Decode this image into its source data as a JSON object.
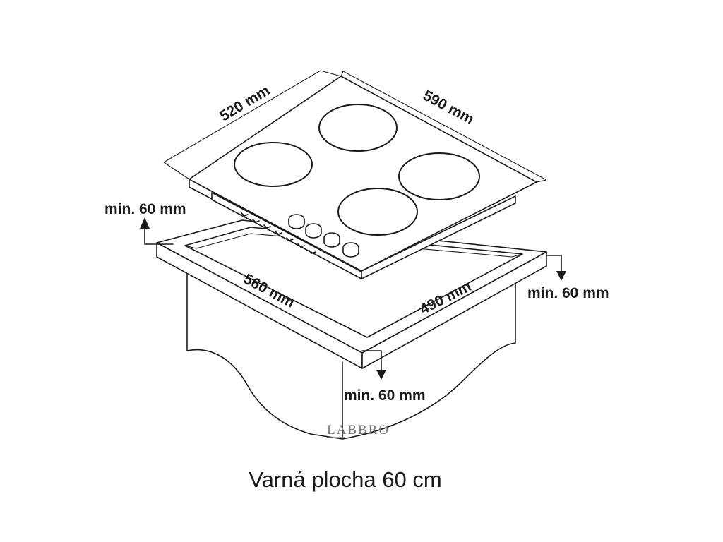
{
  "dimensions": {
    "hob_depth": "520 mm",
    "hob_width": "590 mm",
    "cutout_width": "560 mm",
    "cutout_depth": "490 mm",
    "clearance_left": "min. 60 mm",
    "clearance_right": "min. 60 mm",
    "clearance_front": "min. 60 mm"
  },
  "caption": "Varná plocha 60 cm",
  "logo": {
    "text": "LABBRO"
  },
  "colors": {
    "line": "#1a1a1a",
    "background": "#ffffff",
    "logo": "#7a7a7a"
  }
}
